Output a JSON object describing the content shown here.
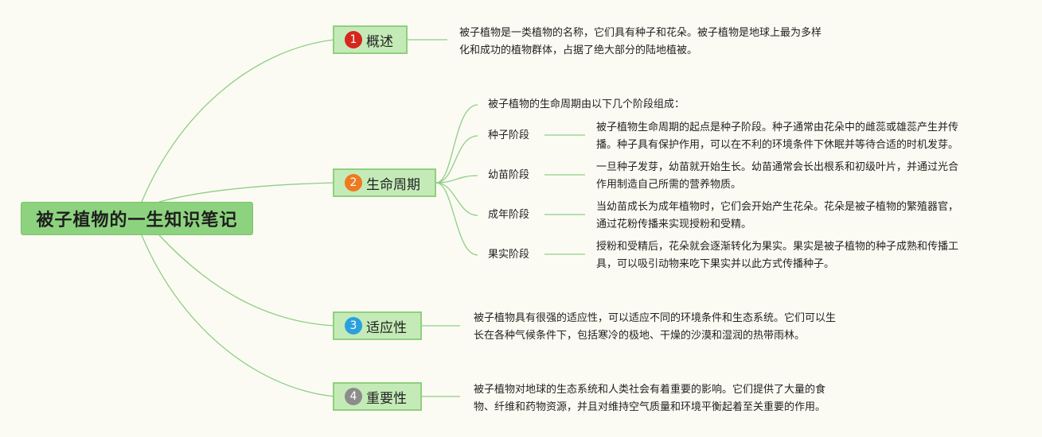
{
  "root": {
    "title": "被子植物的一生知识笔记"
  },
  "topics": [
    {
      "number": "1",
      "label": "概述",
      "color": "#d7261c",
      "lines": [
        "被子植物是一类植物的名称，它们具有种子和花朵。被子植物是地球上最为多样",
        "化和成功的植物群体，占据了绝大部分的陆地植被。"
      ]
    },
    {
      "number": "2",
      "label": "生命周期",
      "color": "#ee7a22",
      "intro": "被子植物的生命周期由以下几个阶段组成：",
      "stages": [
        {
          "name": "种子阶段",
          "lines": [
            "被子植物生命周期的起点是种子阶段。种子通常由花朵中的雌蕊或雄蕊产生并传",
            "播。种子具有保护作用，可以在不利的环境条件下休眠并等待合适的时机发芽。"
          ]
        },
        {
          "name": "幼苗阶段",
          "lines": [
            "一旦种子发芽，幼苗就开始生长。幼苗通常会长出根系和初级叶片，并通过光合",
            "作用制造自己所需的营养物质。"
          ]
        },
        {
          "name": "成年阶段",
          "lines": [
            "当幼苗成长为成年植物时，它们会开始产生花朵。花朵是被子植物的繁殖器官，",
            "通过花粉传播来实现授粉和受精。"
          ]
        },
        {
          "name": "果实阶段",
          "lines": [
            "授粉和受精后，花朵就会逐渐转化为果实。果实是被子植物的种子成熟和传播工",
            "具，可以吸引动物来吃下果实并以此方式传播种子。"
          ]
        }
      ]
    },
    {
      "number": "3",
      "label": "适应性",
      "color": "#2ba0de",
      "lines": [
        "被子植物具有很强的适应性，可以适应不同的环境条件和生态系统。它们可以生",
        "长在各种气候条件下，包括寒冷的极地、干燥的沙漠和湿润的热带雨林。"
      ]
    },
    {
      "number": "4",
      "label": "重要性",
      "color": "#8c8c8c",
      "lines": [
        "被子植物对地球的生态系统和人类社会有着重要的影响。它们提供了大量的食",
        "物、纤维和药物资源，并且对维持空气质量和环境平衡起着至关重要的作用。"
      ]
    }
  ]
}
